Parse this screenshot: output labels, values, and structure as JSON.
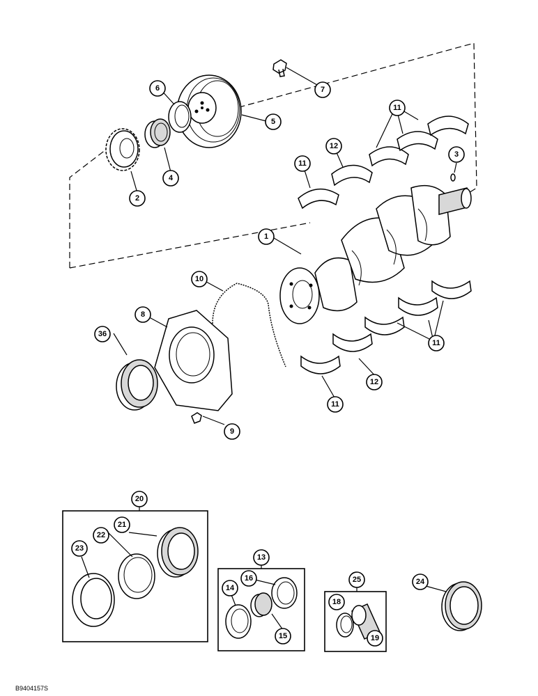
{
  "figure_code": "B9404157S",
  "callouts": {
    "c1": "1",
    "c2": "2",
    "c3": "3",
    "c4": "4",
    "c5": "5",
    "c6": "6",
    "c7": "7",
    "c8": "8",
    "c9": "9",
    "c10": "10",
    "c11": "11",
    "c12": "12",
    "c13": "13",
    "c14": "14",
    "c15": "15",
    "c16": "16",
    "c18": "18",
    "c19": "19",
    "c20": "20",
    "c21": "21",
    "c22": "22",
    "c23": "23",
    "c24": "24",
    "c25": "25",
    "c36": "36"
  }
}
